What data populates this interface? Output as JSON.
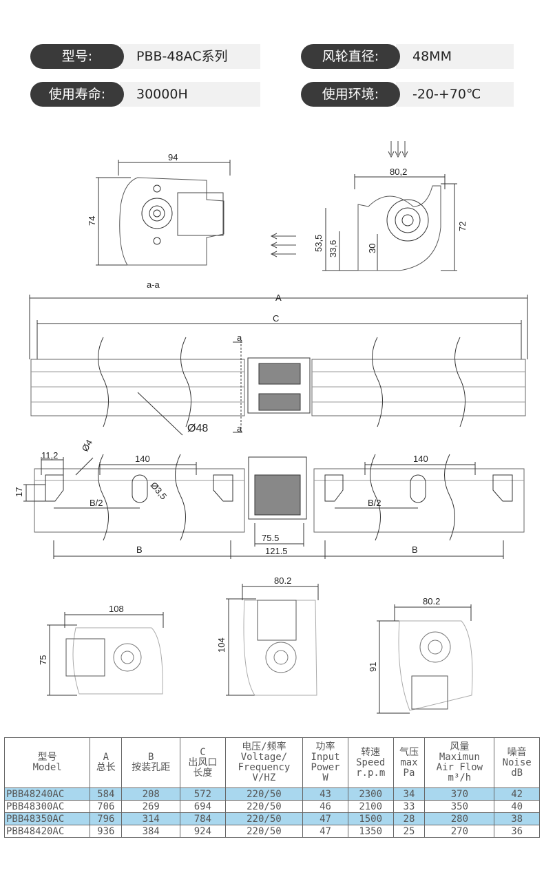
{
  "specs": [
    {
      "label": "型号:",
      "value": "PBB-48AC系列"
    },
    {
      "label": "风轮直径:",
      "value": "48MM"
    },
    {
      "label": "使用寿命:",
      "value": "30000H"
    },
    {
      "label": "使用环境:",
      "value": "-20-+70℃"
    }
  ],
  "drawing": {
    "dim_94": "94",
    "dim_74": "74",
    "dim_80_2": "80,2",
    "dim_72": "72",
    "dim_53_5": "53,5",
    "dim_33_6": "33,6",
    "dim_30": "30",
    "section": "a-a",
    "dim_A": "A",
    "dim_C": "C",
    "sec_a_top": "a",
    "sec_a_bot": "a",
    "dia_48": "Ø48",
    "dim_11_2": "11,2",
    "dia_4": "Ø4",
    "dim_140_left": "140",
    "dim_140_right": "140",
    "dia_3_5": "Ø3,5",
    "dim_17": "17",
    "b2_left": "B/2",
    "b2_right": "B/2",
    "dim_75_5": "75.5",
    "dim_121_5": "121.5",
    "b_left": "B",
    "b_right": "B",
    "v1_width": "108",
    "v1_height": "75",
    "v2_width": "80.2",
    "v2_height": "104",
    "v3_width": "80.2",
    "v3_height": "91"
  },
  "table": {
    "headers": [
      [
        "型号",
        "Model"
      ],
      [
        "A",
        "总长"
      ],
      [
        "B",
        "按装孔距"
      ],
      [
        "C",
        "出风口",
        "长度"
      ],
      [
        "电压/频率",
        "Voltage/",
        "Frequency",
        "V/HZ"
      ],
      [
        "功率",
        "Input",
        "Power",
        "W"
      ],
      [
        "转速",
        "Speed",
        "r.p.m"
      ],
      [
        "气压",
        "max",
        "Pa"
      ],
      [
        "风量",
        "Maximun",
        "Air Flow",
        "m³/h"
      ],
      [
        "噪音",
        "Noise",
        "dB"
      ]
    ],
    "rows": [
      [
        "PBB48240AC",
        "584",
        "208",
        "572",
        "220/50",
        "43",
        "2300",
        "34",
        "370",
        "42"
      ],
      [
        "PBB48300AC",
        "706",
        "269",
        "694",
        "220/50",
        "46",
        "2100",
        "33",
        "350",
        "40"
      ],
      [
        "PBB48350AC",
        "796",
        "314",
        "784",
        "220/50",
        "47",
        "1500",
        "28",
        "280",
        "38"
      ],
      [
        "PBB48420AC",
        "936",
        "384",
        "924",
        "220/50",
        "47",
        "1350",
        "25",
        "270",
        "36"
      ]
    ],
    "highlight_color": "#a9d7ee"
  }
}
